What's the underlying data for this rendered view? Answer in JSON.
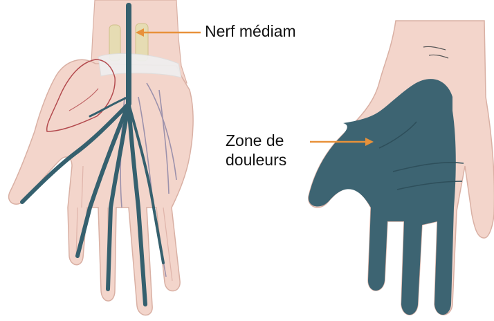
{
  "labels": {
    "median_nerve": "Nerf médiam",
    "pain_zone_line1": "Zone de",
    "pain_zone_line2": "douleurs"
  },
  "colors": {
    "skin": "#f3d5cb",
    "skin_outline": "#d9b0a4",
    "nerve": "#35606e",
    "pain_area": "#3d6472",
    "arrow": "#e8913a",
    "vein": "#8d86a6",
    "muscle_outline": "#b34a4e",
    "ligament": "#eeeeee",
    "tendon": "#e6dcb3"
  },
  "icons": {
    "left": "palm-anatomy-illustration",
    "right": "palm-pain-area-illustration"
  }
}
